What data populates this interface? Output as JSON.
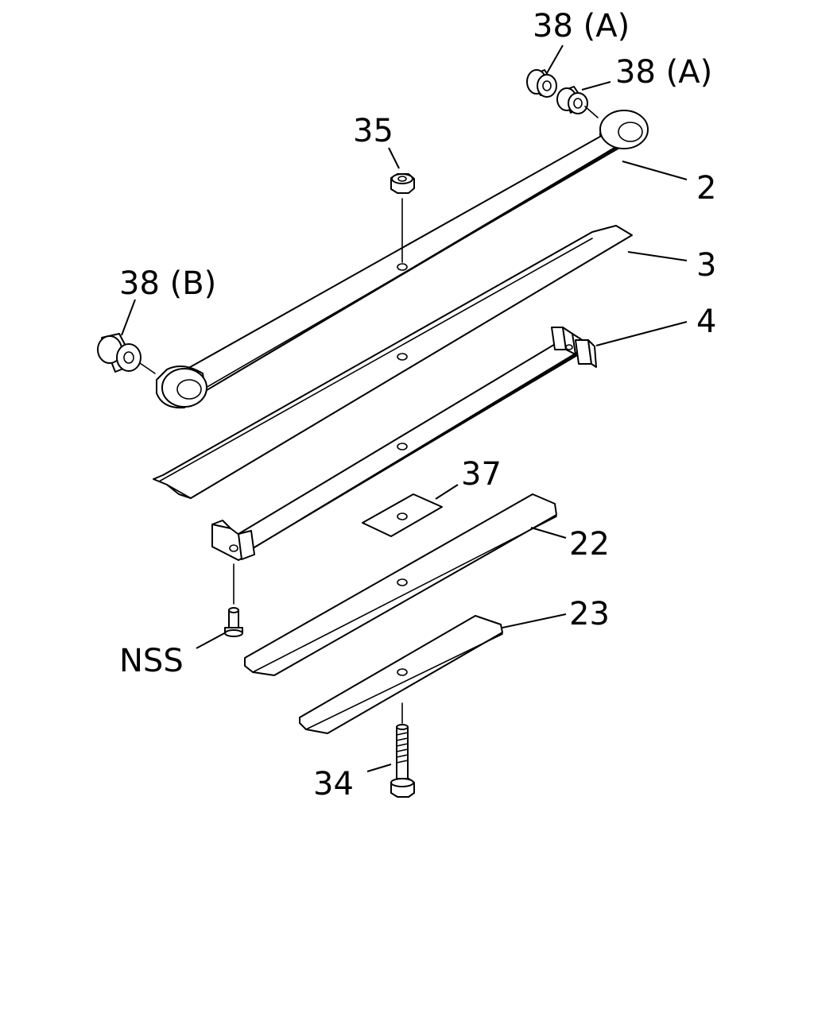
{
  "labels": {
    "p38a_top": "38 (A)",
    "p38a_right": "38 (A)",
    "p35": "35",
    "p2": "2",
    "p3": "3",
    "p38b": "38 (B)",
    "p4": "4",
    "p37": "37",
    "p22": "22",
    "p23": "23",
    "nss": "NSS",
    "p34": "34"
  },
  "line_color": "#000000",
  "background": "#ffffff"
}
